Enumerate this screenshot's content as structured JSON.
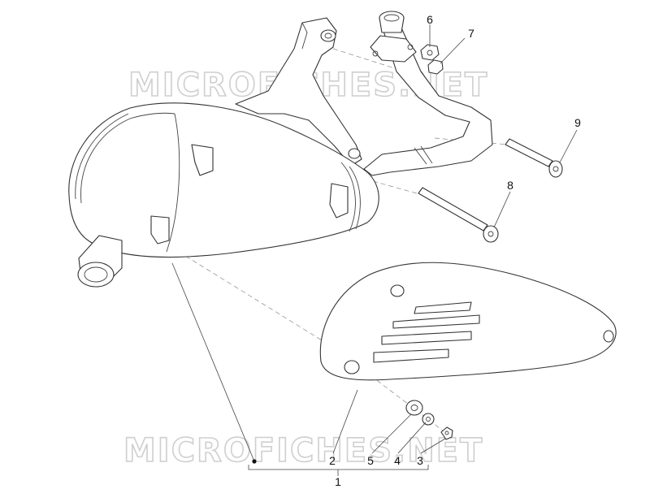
{
  "watermark": {
    "text": "MICROFICHES.NET"
  },
  "callouts": [
    {
      "id": "1",
      "label": "1"
    },
    {
      "id": "2",
      "label": "2"
    },
    {
      "id": "3",
      "label": "3"
    },
    {
      "id": "4",
      "label": "4"
    },
    {
      "id": "5",
      "label": "5"
    },
    {
      "id": "6",
      "label": "6"
    },
    {
      "id": "7",
      "label": "7"
    },
    {
      "id": "8",
      "label": "8"
    },
    {
      "id": "9",
      "label": "9"
    }
  ]
}
